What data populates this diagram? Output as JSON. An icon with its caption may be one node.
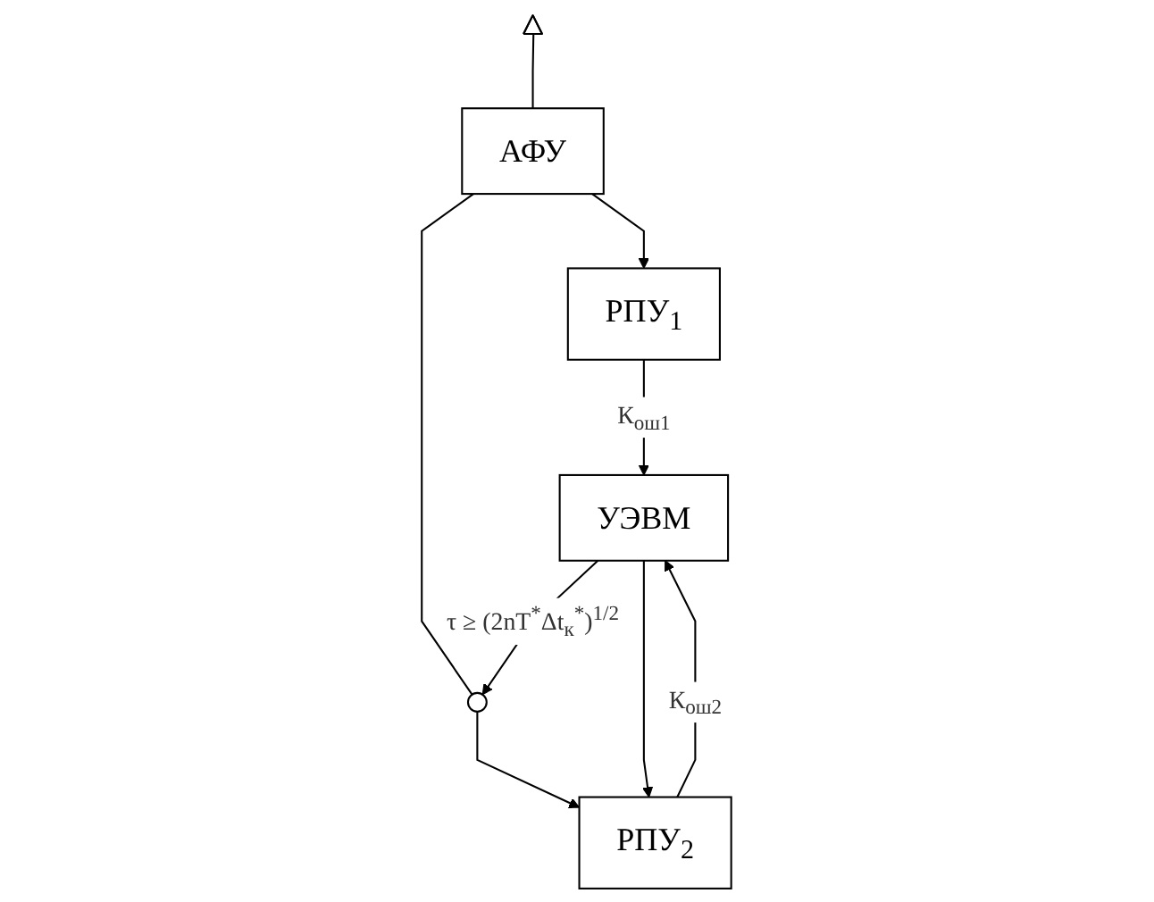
{
  "diagram": {
    "nodes": [
      {
        "text": [],
        "shape": "antenna"
      },
      {
        "text": [
          "АФУ"
        ]
      },
      {
        "text": [],
        "shape": "switch"
      },
      {
        "text": [
          "РПУ$_{1}$"
        ]
      },
      {
        "text": [
          "РПУ$_{2}$"
        ]
      },
      {
        "text": [
          "УЭВМ"
        ]
      }
    ],
    "edges": [
      {
        "from": 0,
        "to": 1,
        "arrow": "none"
      },
      {
        "from": 1,
        "to": 3,
        "arrow": "to"
      },
      {
        "from": 1,
        "to": 2,
        "arrow": "none"
      },
      {
        "from": 2,
        "to": 4,
        "arrow": "to"
      },
      {
        "from": 3,
        "to": 5,
        "arrow": "to",
        "label": "К$_{ош1}$"
      },
      {
        "from": 4,
        "to": 5,
        "arrow": "to",
        "label": "К$_{ош2}$"
      },
      {
        "from": 5,
        "to": 2,
        "arrow": "to",
        "label": "τ ≥ (2nT$^{*}$Δt$_{к}$$^{*}$)$^{1/2}$"
      },
      {
        "from": 5,
        "to": 4,
        "arrow": "to"
      }
    ]
  }
}
